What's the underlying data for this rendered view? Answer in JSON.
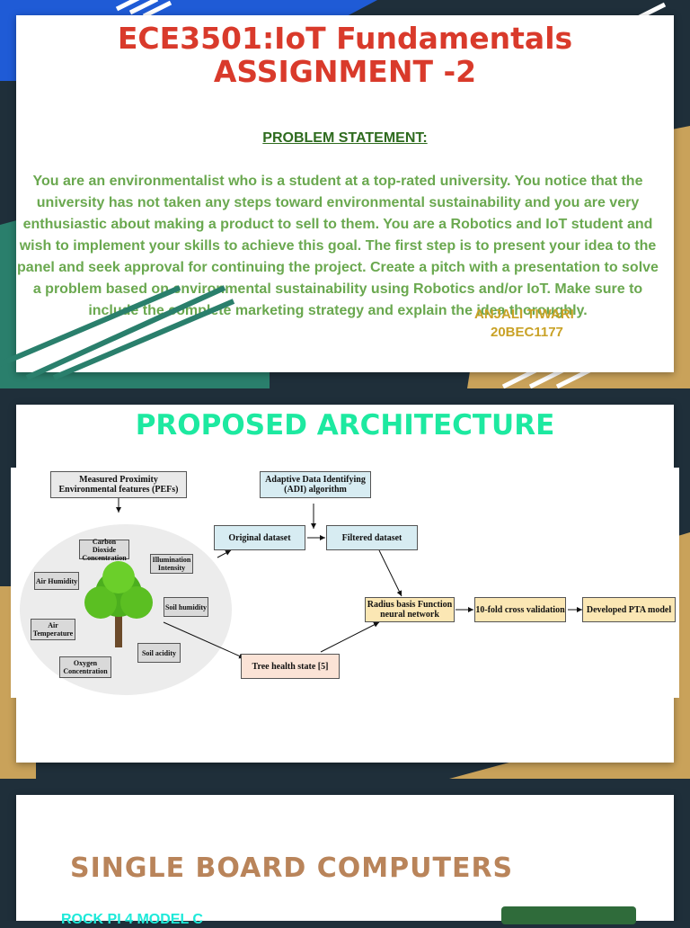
{
  "slide1": {
    "title_line1": "ECE3501:IoT Fundamentals",
    "title_line2": "ASSIGNMENT -2",
    "problem_heading": "PROBLEM STATEMENT:",
    "problem_text": "You are an environmentalist who is a student at a top-rated university. You notice that the university has not taken any steps toward environmental sustainability and you are very enthusiastic about making a product to sell to them. You are a Robotics and IoT student and wish to implement your skills to achieve this goal. The first step is to present your idea to the panel and seek approval for continuing the project. Create a pitch with a presentation to solve a problem based on environmental sustainability using Robotics and/or IoT. Make sure to include the complete marketing strategy and explain the idea thoroughly.",
    "author_name": "ANJALI TIWARI",
    "author_id": "20BEC1177"
  },
  "slide2": {
    "title": "PROPOSED ARCHITECTURE",
    "diagram": {
      "measured": "Measured Proximity Environmental features (PEFs)",
      "adi": "Adaptive Data Identifying (ADI) algorithm",
      "original": "Original dataset",
      "filtered": "Filtered dataset",
      "rbf": "Radius basis Function neural network",
      "tenfold": "10-fold cross validation",
      "pta": "Developed PTA model",
      "tree_health": "Tree health state [5]",
      "features": {
        "co2": "Carbon Dioxide Concentration",
        "illumination": "Illumination Intensity",
        "air_humidity": "Air Humidity",
        "soil_humidity": "Soil humidity",
        "air_temperature": "Air Temperature",
        "soil_acidity": "Soil acidity",
        "oxygen": "Oxygen Concentration"
      }
    }
  },
  "slide3": {
    "title": "SINGLE BOARD COMPUTERS",
    "subtitle": "ROCK PI 4 MODEL C"
  },
  "colors": {
    "title_red": "#d93a2b",
    "green_text": "#6aa84f",
    "accent_teal": "#1de9a0",
    "accent_brown": "#b9845a",
    "gold": "#c9a227"
  }
}
